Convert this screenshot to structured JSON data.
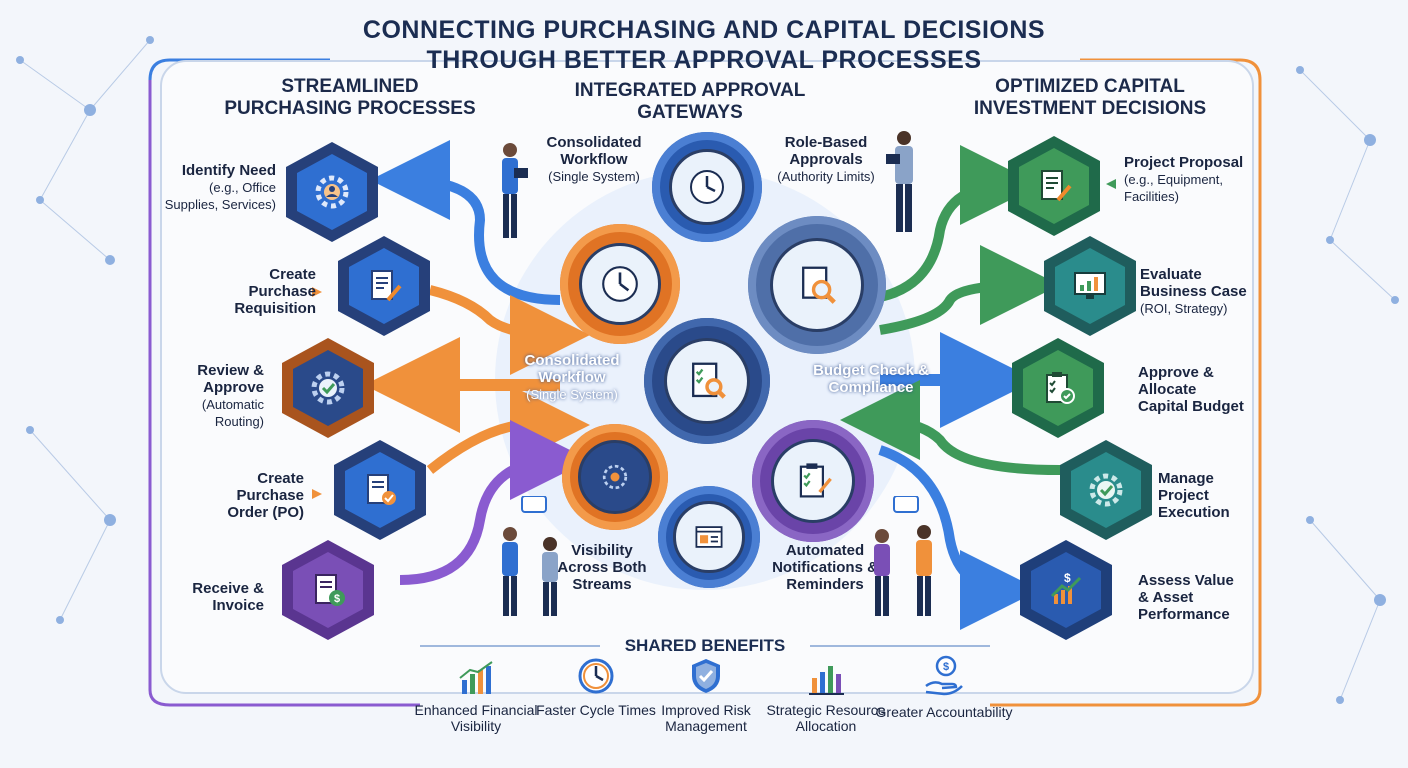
{
  "title": {
    "line1": "CONNECTING PURCHASING AND CAPITAL DECISIONS",
    "line2": "THROUGH BETTER APPROVAL PROCESSES"
  },
  "columns": {
    "left": "STREAMLINED PURCHASING PROCESSES",
    "center": "INTEGRATED APPROVAL GATEWAYS",
    "right": "OPTIMIZED CAPITAL INVESTMENT DECISIONS"
  },
  "purchasing_steps": [
    {
      "title": "Identify Need",
      "sub": "(e.g., Office Supplies, Services)",
      "icon": "person-gear-icon"
    },
    {
      "title": "Create Purchase Requisition",
      "sub": "",
      "icon": "document-pen-icon"
    },
    {
      "title": "Review & Approve",
      "sub": "(Automatic Routing)",
      "icon": "gear-check-icon"
    },
    {
      "title": "Create Purchase Order (PO)",
      "sub": "",
      "icon": "document-check-icon"
    },
    {
      "title": "Receive & Invoice",
      "sub": "",
      "icon": "invoice-dollar-icon"
    }
  ],
  "gateways": {
    "consolidated_workflow_top": {
      "title": "Consolidated Workflow",
      "sub": "(Single System)"
    },
    "role_based": {
      "title": "Role-Based Approvals",
      "sub": "(Authority Limits)"
    },
    "consolidated_workflow_center": {
      "title": "Consolidated Workflow",
      "sub": "(Single System)"
    },
    "budget_check": "Budget Check & Compliance",
    "visibility": "Visibility Across Both Streams",
    "notifications": "Automated Notifications & Reminders"
  },
  "capital_steps": [
    {
      "title": "Project Proposal",
      "sub": "(e.g., Equipment, Facilities)",
      "icon": "proposal-pen-icon"
    },
    {
      "title": "Evaluate Business Case",
      "sub": "(ROI, Strategy)",
      "icon": "monitor-chart-icon"
    },
    {
      "title": "Approve & Allocate Capital Budget",
      "sub": "",
      "icon": "clipboard-check-icon"
    },
    {
      "title": "Manage Project Execution",
      "sub": "",
      "icon": "gear-check-icon"
    },
    {
      "title": "Assess Value & Asset Performance",
      "sub": "",
      "icon": "dollar-growth-icon"
    }
  ],
  "shared_benefits": {
    "heading": "SHARED BENEFITS",
    "items": [
      {
        "label": "Enhanced Financial Visibility",
        "icon": "bar-chart-icon"
      },
      {
        "label": "Faster Cycle Times",
        "icon": "clock-icon"
      },
      {
        "label": "Improved Risk Management",
        "icon": "shield-check-icon"
      },
      {
        "label": "Strategic Resource Allocation",
        "icon": "bar-chart-icon"
      },
      {
        "label": "Greater Accountability",
        "icon": "hand-coin-icon"
      }
    ]
  },
  "colors": {
    "navy": "#1b2d52",
    "blue": "#2f6fd1",
    "orange": "#f08a2c",
    "purple": "#7a4fb6",
    "green": "#3f9a5a",
    "teal": "#2a8c8c"
  }
}
